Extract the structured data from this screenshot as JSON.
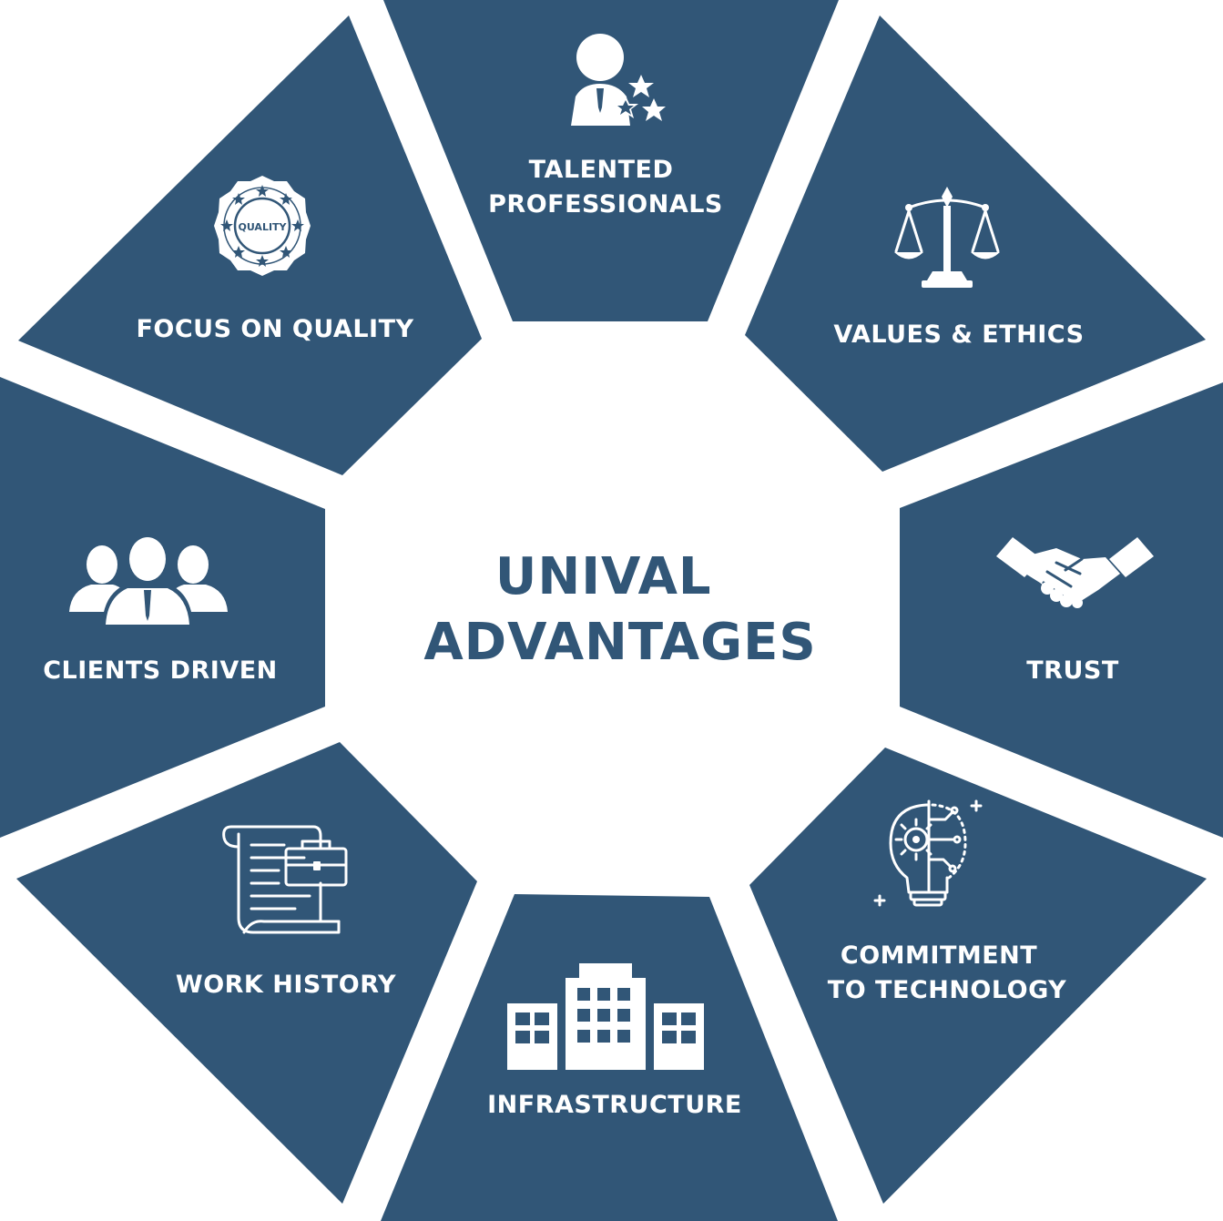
{
  "title": {
    "line1": "UNIVAL",
    "line2": "ADVANTAGES"
  },
  "segments": [
    {
      "label_lines": [
        "TALENTED",
        "PROFESSIONALS"
      ],
      "icon": "professional-with-stars-icon"
    },
    {
      "label_lines": [
        "VALUES & ETHICS"
      ],
      "icon": "scales-of-justice-icon"
    },
    {
      "label_lines": [
        "TRUST"
      ],
      "icon": "handshake-icon"
    },
    {
      "label_lines": [
        "COMMITMENT",
        "TO TECHNOLOGY"
      ],
      "icon": "lightbulb-circuit-icon"
    },
    {
      "label_lines": [
        "INFRASTRUCTURE"
      ],
      "icon": "office-buildings-icon"
    },
    {
      "label_lines": [
        "WORK HISTORY"
      ],
      "icon": "scroll-briefcase-icon"
    },
    {
      "label_lines": [
        "CLIENTS DRIVEN"
      ],
      "icon": "client-group-icon"
    },
    {
      "label_lines": [
        "FOCUS ON QUALITY"
      ],
      "icon": "quality-badge-icon",
      "badge_text": "QUALITY"
    }
  ],
  "colors": {
    "segment_fill": "#315677",
    "segment_text": "#ffffff",
    "title_text": "#315677",
    "background": "#ffffff"
  }
}
